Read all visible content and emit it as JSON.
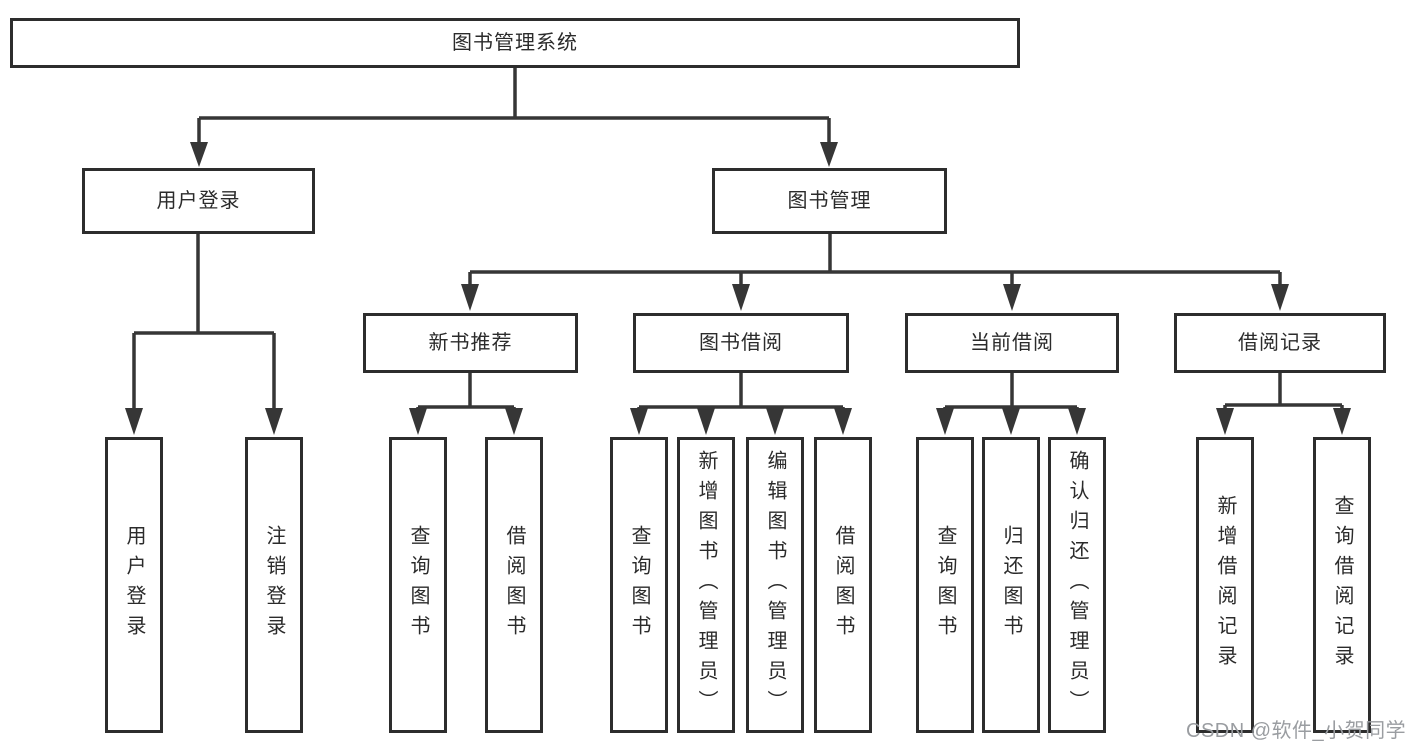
{
  "diagram": {
    "nodes": {
      "root": "图书管理系统",
      "user_login": "用户登录",
      "book_management": "图书管理",
      "new_book_recommend": "新书推荐",
      "book_borrowing": "图书借阅",
      "current_borrowing": "当前借阅",
      "borrowing_records": "借阅记录",
      "ul_user_login": "用户登录",
      "ul_logout": "注销登录",
      "nr_query_books": "查询图书",
      "nr_borrow_books": "借阅图书",
      "bb_query_books": "查询图书",
      "bb_add_books": "新增图书（管理员）",
      "bb_edit_books": "编辑图书（管理员）",
      "bb_borrow_books": "借阅图书",
      "cb_query_books": "查询图书",
      "cb_return_books": "归还图书",
      "cb_confirm_return": "确认归还（管理员）",
      "br_add_record": "新增借阅记录",
      "br_query_record": "查询借阅记录"
    },
    "colors": {
      "line": "#363636",
      "box_border": "#2d2d2d",
      "box_fill": "#ffffff",
      "text": "#2b2b2b",
      "watermark": "#9a9da1"
    },
    "watermark": "CSDN @软件_小贺同学"
  }
}
